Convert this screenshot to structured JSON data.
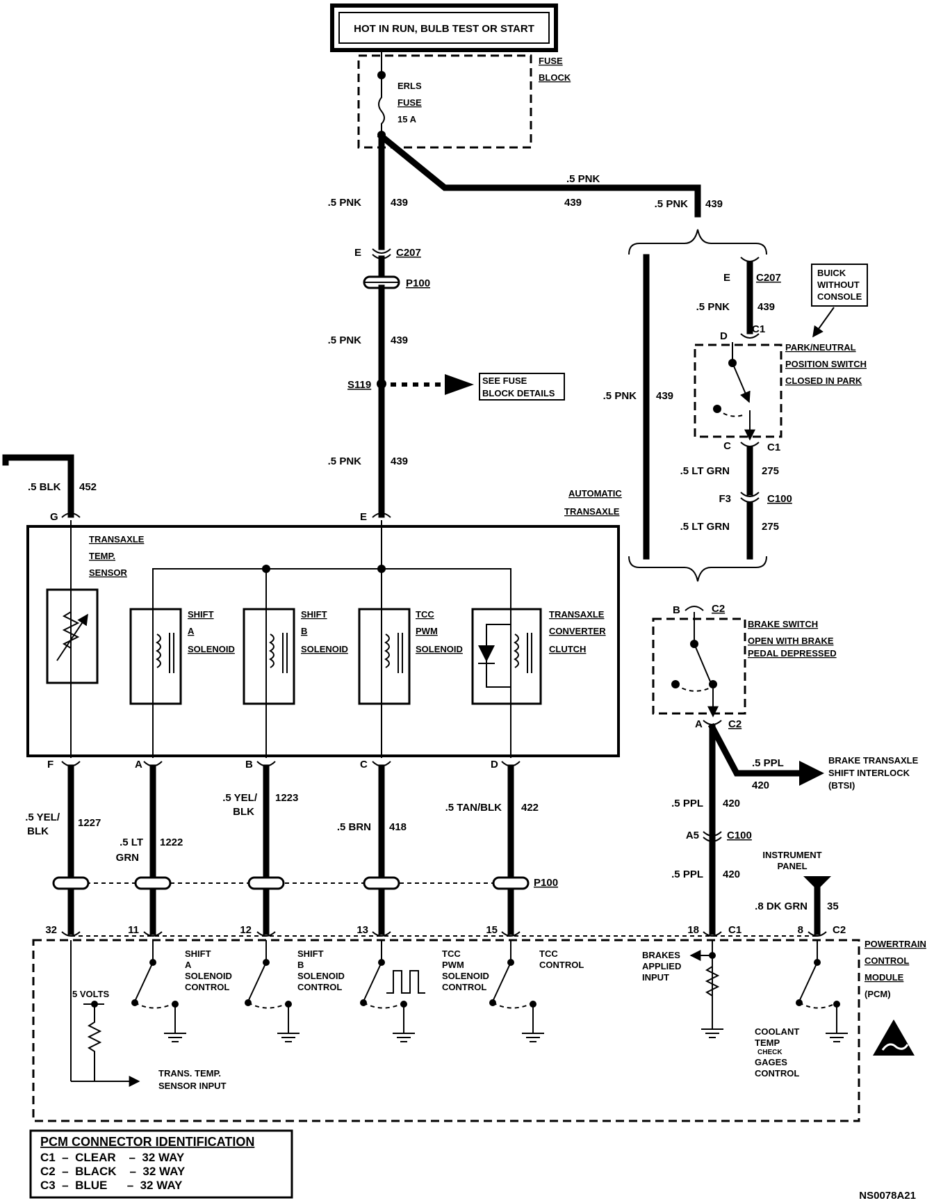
{
  "header": {
    "power_label": "HOT IN RUN, BULB TEST OR START"
  },
  "fuse_block": {
    "title": [
      "FUSE",
      "BLOCK"
    ],
    "fuse": [
      "ERLS",
      "FUSE",
      "15 A"
    ]
  },
  "wires": {
    "pnk": ".5 PNK",
    "c439": "439",
    "blk": ".5 BLK",
    "c452": "452",
    "yel_blk_a": ".5 YEL/",
    "yel_blk_b": "BLK",
    "c1227": "1227",
    "lt_grn_a": ".5 LT",
    "lt_grn_b": "GRN",
    "c1222": "1222",
    "c1223": "1223",
    "brn": ".5 BRN",
    "c418": "418",
    "tan_blk": ".5 TAN/BLK",
    "c422": "422",
    "lt_grn": ".5 LT GRN",
    "c275": "275",
    "ppl": ".5 PPL",
    "c420": "420",
    "dk_grn": ".8 DK GRN",
    "c35": "35"
  },
  "connectors": {
    "c207": "C207",
    "p100": "P100",
    "s119": "S119",
    "c100": "C100",
    "c1": "C1",
    "c2": "C2",
    "pins": {
      "E": "E",
      "G": "G",
      "F": "F",
      "A": "A",
      "B": "B",
      "C": "C",
      "D": "D",
      "F3": "F3",
      "A5": "A5"
    },
    "pcm_pins": {
      "p32": "32",
      "p11": "11",
      "p12": "12",
      "p13": "13",
      "p15": "15",
      "p18": "18",
      "p8": "8"
    }
  },
  "see_fuse": [
    "SEE FUSE",
    "BLOCK DETAILS"
  ],
  "transaxle": {
    "title": [
      "AUTOMATIC",
      "TRANSAXLE"
    ],
    "temp_sensor": [
      "TRANSAXLE",
      "TEMP.",
      "SENSOR"
    ],
    "shift_a": [
      "SHIFT",
      "A",
      "SOLENOID"
    ],
    "shift_b": [
      "SHIFT",
      "B",
      "SOLENOID"
    ],
    "tcc_pwm": [
      "TCC",
      "PWM",
      "SOLENOID"
    ],
    "converter": [
      "TRANSAXLE",
      "CONVERTER",
      "CLUTCH"
    ]
  },
  "buick_note": [
    "BUICK",
    "WITHOUT",
    "CONSOLE"
  ],
  "park_neutral": [
    "PARK/NEUTRAL",
    "POSITION SWITCH",
    "CLOSED IN PARK"
  ],
  "brake_switch": [
    "BRAKE SWITCH",
    "OPEN WITH BRAKE",
    "PEDAL DEPRESSED"
  ],
  "btsi": [
    "BRAKE TRANSAXLE",
    "SHIFT INTERLOCK",
    "(BTSI)"
  ],
  "instrument_panel": [
    "INSTRUMENT",
    "PANEL"
  ],
  "pcm": {
    "title": [
      "POWERTRAIN",
      "CONTROL",
      "MODULE",
      "(PCM)"
    ],
    "five_volts": "5 VOLTS",
    "trans_temp_input": [
      "TRANS. TEMP.",
      "SENSOR INPUT"
    ],
    "shift_a_ctrl": [
      "SHIFT",
      "A",
      "SOLENOID",
      "CONTROL"
    ],
    "shift_b_ctrl": [
      "SHIFT",
      "B",
      "SOLENOID",
      "CONTROL"
    ],
    "tcc_pwm_ctrl": [
      "TCC",
      "PWM",
      "SOLENOID",
      "CONTROL"
    ],
    "tcc_ctrl": [
      "TCC",
      "CONTROL"
    ],
    "brakes_applied": [
      "BRAKES",
      "APPLIED",
      "INPUT"
    ],
    "coolant": [
      "COOLANT",
      "TEMP",
      "CHECK",
      "GAGES",
      "CONTROL"
    ]
  },
  "connector_table": {
    "title": "PCM CONNECTOR IDENTIFICATION",
    "rows": [
      "C1  –  CLEAR    –  32 WAY",
      "C2  –  BLACK    –  32 WAY",
      "C3  –  BLUE      –  32 WAY"
    ]
  },
  "figure_id": "NS0078A21"
}
